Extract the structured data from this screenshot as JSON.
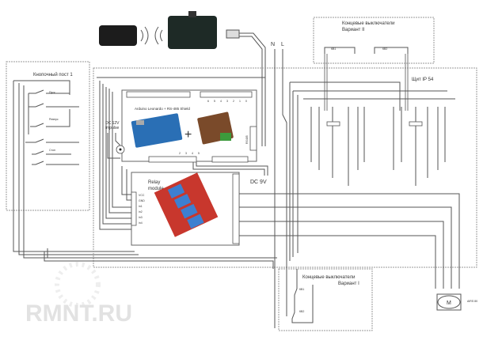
{
  "button_post": {
    "title": "Кнопочный пост 1",
    "buttons": [
      "Пуск",
      "Реверс",
      "Стоп"
    ]
  },
  "arduino": {
    "title": "Arduino Leonardo + RS-485 Shield",
    "pin_labels": [
      "6",
      "5",
      "4",
      "3",
      "2",
      "1",
      "0"
    ],
    "bottom_pins": [
      "2",
      "3",
      "4",
      "5"
    ],
    "rs485_label": "RS485",
    "plus": "+"
  },
  "power_in": {
    "label_line1": "DC 12V",
    "label_line2": "impulse"
  },
  "dc9v": "DC 9V",
  "relay": {
    "title_line1": "Relay",
    "title_line2": "module",
    "pins": [
      "VCC",
      "GND",
      "in1",
      "in2",
      "in3",
      "in4"
    ]
  },
  "mains": {
    "n": "N",
    "l": "L"
  },
  "limit_switches_2": {
    "title_line1": "Концевые выключатели",
    "title_line2": "Вариант II",
    "switches": [
      "КВ1",
      "КВ2"
    ]
  },
  "panel": {
    "title": "Щит IP 54"
  },
  "limit_switches_1": {
    "title_line1": "Концевые выключатели",
    "title_line2": "Вариант I",
    "switches": [
      "КВ1",
      "КВ2"
    ]
  },
  "motor": {
    "label": "AIRS 80",
    "symbol": "M"
  },
  "watermark": "RMNT.RU",
  "colors": {
    "arduino_blue": "#2a6fb5",
    "relay_red": "#c8372d",
    "relay_blue": "#3d7fd0",
    "shield_green": "#3c9a3c"
  }
}
